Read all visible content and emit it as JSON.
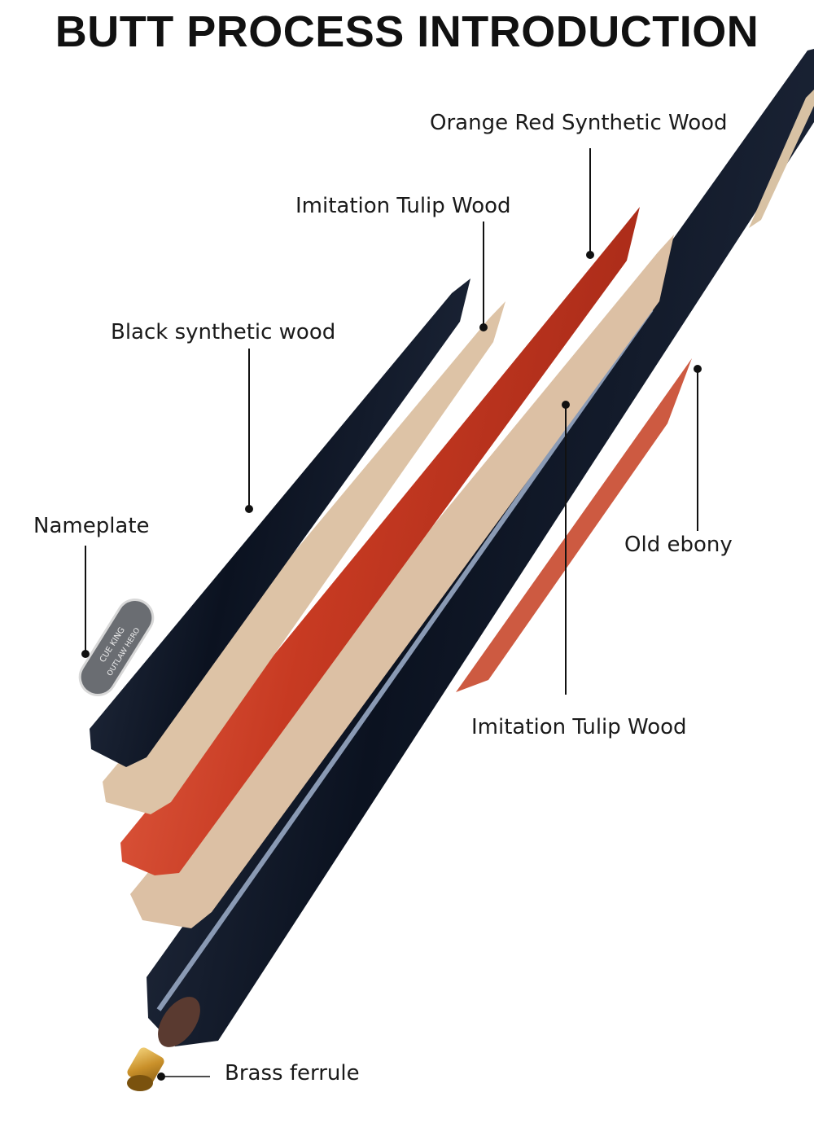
{
  "title": "BUTT PROCESS INTRODUCTION",
  "labels": {
    "orange_red": "Orange Red Synthetic Wood",
    "tulip_top": "Imitation Tulip Wood",
    "black_synthetic": "Black synthetic wood",
    "nameplate": "Nameplate",
    "old_ebony": "Old ebony",
    "tulip_bottom": "Imitation Tulip Wood",
    "brass_ferrule": "Brass ferrule"
  },
  "nameplate_text": {
    "brand": "CUE KING",
    "model": "OUTLAW HERO"
  },
  "colors": {
    "ebony": "#0e1626",
    "tulip": "#dcc0a4",
    "orange_red": "#d2452a",
    "stripe": "#8a9ab4",
    "brass": "#d4a23a"
  }
}
